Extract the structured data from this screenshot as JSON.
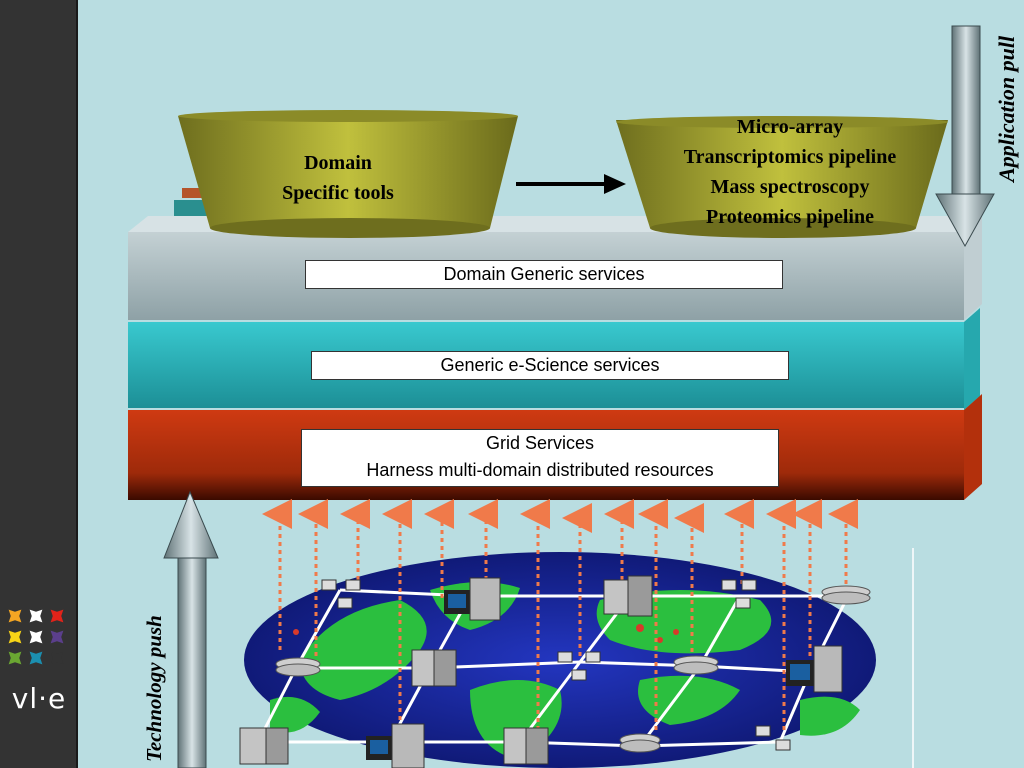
{
  "layers": {
    "domain_generic": "Domain Generic services",
    "escience": "Generic  e-Science services",
    "grid_line1": "Grid Services",
    "grid_line2": "Harness multi-domain distributed resources"
  },
  "bowls": {
    "domain_tools_line1": "Domain",
    "domain_tools_line2": "Specific tools",
    "pipelines": [
      "Micro-array",
      "Transcriptomics pipeline",
      "Mass spectroscopy",
      "Proteomics pipeline"
    ]
  },
  "arrows": {
    "application_pull": "Application pull",
    "technology_push": "Technology push"
  },
  "logo": {
    "text": "vl·e",
    "colors": [
      "#f5a623",
      "#ffffff",
      "#e2231a",
      "#f7d417",
      "#ffffff",
      "#5b3f8c",
      "#6aa632",
      "#1b8fb0",
      "#333333"
    ]
  },
  "colors": {
    "layer_top": "#aab8bc",
    "layer_middle": "#2fb8bf",
    "layer_bottom": "#c8380f",
    "bowl": "#a9a933",
    "ocean": "#1c2ba5",
    "land": "#2bbf3f",
    "arrow_orange": "#f07a4a"
  }
}
